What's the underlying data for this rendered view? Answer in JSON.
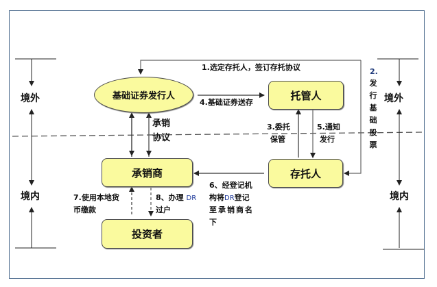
{
  "zones": {
    "offshore": "境外",
    "onshore": "境内"
  },
  "nodes": {
    "issuer": "基础证券发行人",
    "custodian": "托管人",
    "underwriter": "承销商",
    "depositary": "存托人",
    "investor": "投资者"
  },
  "edges": {
    "e1": "1.选定存托人，签订存托协议",
    "e2_num": "2.",
    "e2_text": "发行基础股票",
    "e3_line1": "3.委托",
    "e3_line2": "保管",
    "e4": "4.基础证券送存",
    "e5_line1": "5.通知",
    "e5_line2": "发行",
    "e6_line1": "6、经登记机",
    "e6_line2_a": "构将",
    "e6_line2_dr": "DR",
    "e6_line2_b": "登记",
    "e6_line3": "至承销商名",
    "e6_line4": "下",
    "e7_line1": "7.使用本地货",
    "e7_line2": "币缴款",
    "e8_line1_a": "8、办理",
    "e8_line1_dr": "DR",
    "e8_line2": "过户",
    "underwriting_line1": "承销",
    "underwriting_line2": "协议"
  },
  "colors": {
    "node_fill": "#fafa9e",
    "frame_border": "#4f6d8f",
    "line": "#333333"
  }
}
